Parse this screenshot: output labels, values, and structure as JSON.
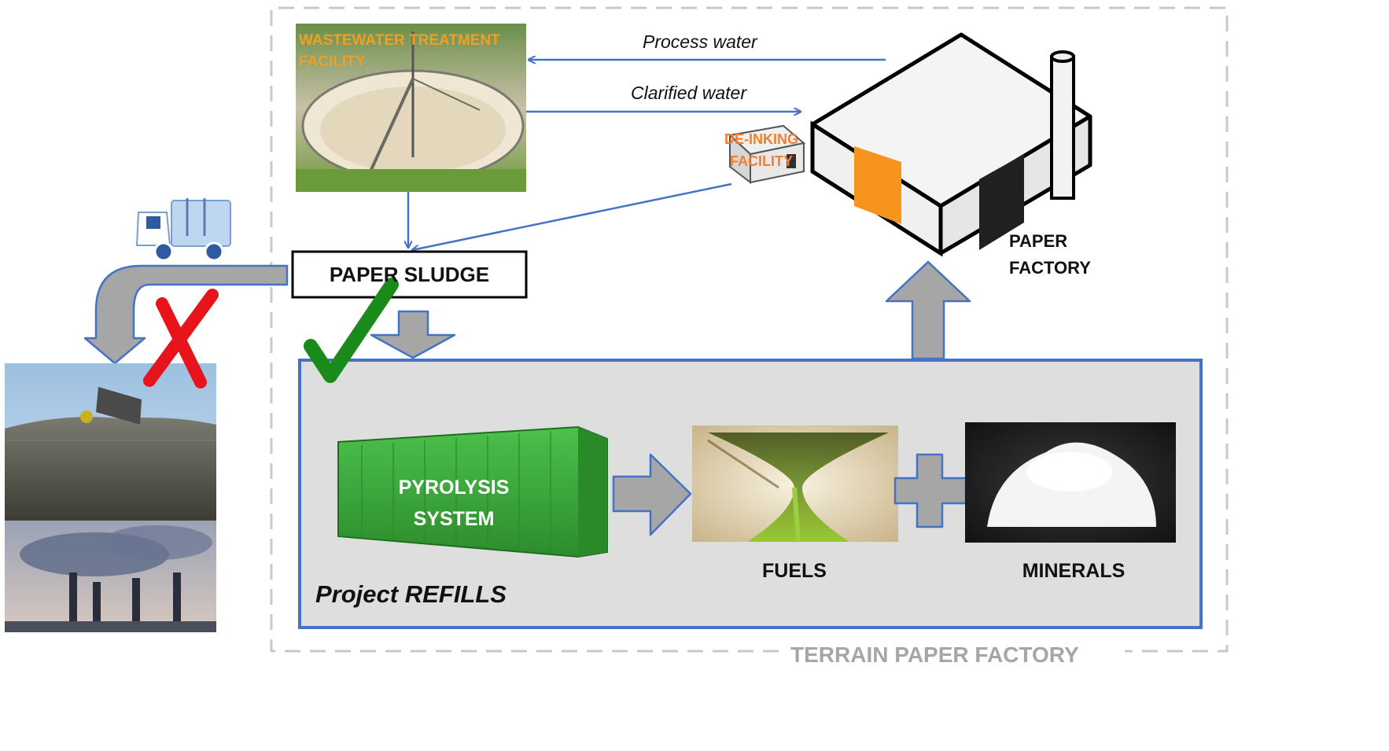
{
  "labels": {
    "wastewater_facility": "WASTEWATER TREATMENT FACILITY",
    "process_water": "Process water",
    "clarified_water": "Clarified water",
    "deinking_facility": "DE-INKING FACILITY",
    "paper_factory": "PAPER FACTORY",
    "paper_sludge": "PAPER SLUDGE",
    "pyrolysis_system": "PYROLYSIS SYSTEM",
    "fuels": "FUELS",
    "minerals": "MINERALS",
    "project_name": "Project REFILLS",
    "terrain": "TERRAIN PAPER FACTORY"
  },
  "colors": {
    "arrow_blue": "#4472c4",
    "grey_arrow": "#a6a6a6",
    "check_green": "#1a8a1a",
    "cross_red": "#e8141b",
    "container_green": "#3aaa3a",
    "project_bg": "#dedede",
    "facility_label": "#f0a020",
    "deinking_label": "#f08030",
    "factory_door": "#f7941d",
    "terrain_text": "#a6a6a6"
  }
}
